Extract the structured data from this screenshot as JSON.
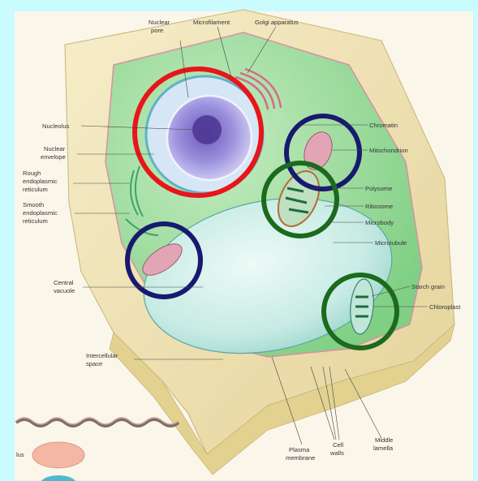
{
  "labels": {
    "nuclear_pore": [
      "Nuclear",
      "pore"
    ],
    "microfilament": "Microfilament",
    "golgi": "Golgi apparatus",
    "nucleolus": "Nucleolus",
    "nuclear_envelope": [
      "Nuclear",
      "envelope"
    ],
    "rough_er": [
      "Rough",
      "endoplasmic",
      "reticulum"
    ],
    "smooth_er": [
      "Smooth",
      "endoplasmic",
      "reticulum"
    ],
    "central_vacuole": [
      "Central",
      "vacuole"
    ],
    "intercellular_space": [
      "Intercellular",
      "space"
    ],
    "chromatin": "Chromatin",
    "mitochondrion": "Mitochondrion",
    "polysome": "Polysome",
    "ribosome": "Ribosome",
    "microbody": "Microbody",
    "microtubule": "Microtubule",
    "starch_grain": "Starch grain",
    "chloroplast": "Chloroplast",
    "plasma_membrane": [
      "Plasma",
      "membrane"
    ],
    "cell_walls": [
      "Cell",
      "walls"
    ],
    "middle_lamella": [
      "Middle",
      "lamella"
    ],
    "legend_fragment": "lus"
  },
  "colors": {
    "outer_background": "#c9fbff",
    "panel": "#fbf6ea",
    "cell_wall": "#efe3b3",
    "cytoplasm": "#9fdc9a",
    "vacuole": "#d3efe8",
    "nucleus": "#8e86d6",
    "highlight_red": "#e8151b",
    "highlight_navy": "#171a6e",
    "highlight_green": "#1c6a1e"
  }
}
